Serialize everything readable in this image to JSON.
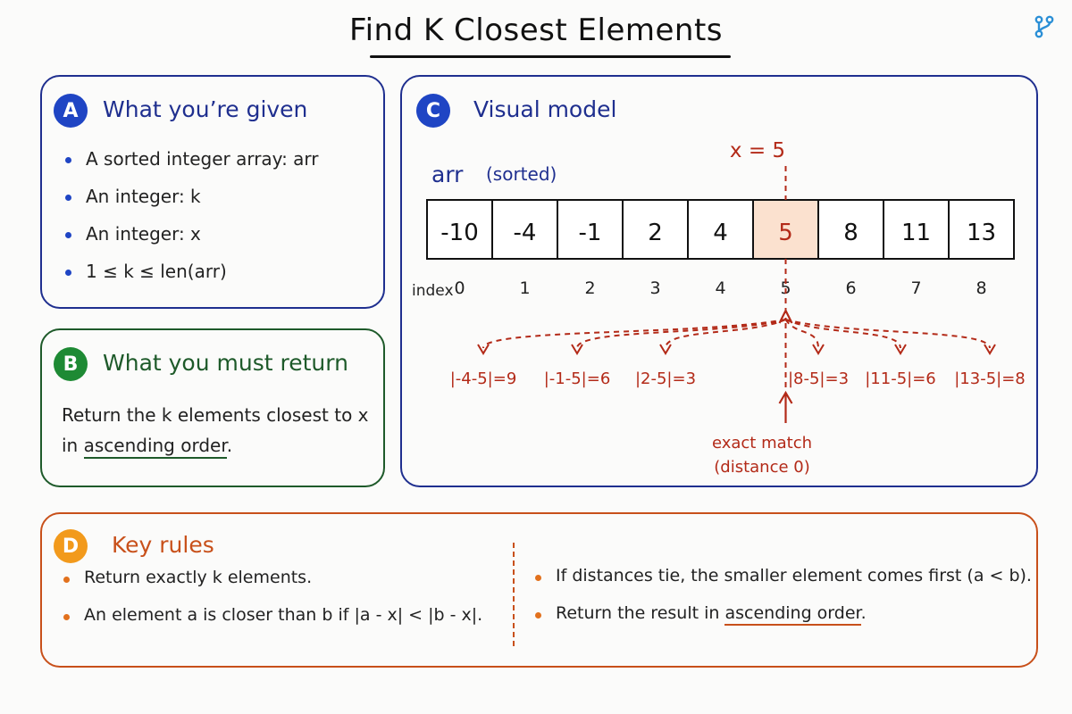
{
  "title": "Find K Closest Elements",
  "brand_icon": "branch-icon",
  "panel_a": {
    "badge": "A",
    "title": "What you’re given",
    "items": [
      "A sorted integer array: arr",
      "An integer: k",
      "An integer: x",
      "1 ≤ k ≤ len(arr)"
    ]
  },
  "panel_b": {
    "badge": "B",
    "title": "What you must return",
    "text_before": "Return the k elements closest to x in ",
    "text_underlined": "ascending order",
    "text_after": "."
  },
  "panel_c": {
    "badge": "C",
    "title": "Visual model",
    "array_label": "arr",
    "array_label_note": "(sorted)",
    "x_label": "x = 5",
    "index_label": "index",
    "array": [
      -10,
      -4,
      -1,
      2,
      4,
      5,
      8,
      11,
      13
    ],
    "indices": [
      0,
      1,
      2,
      3,
      4,
      5,
      6,
      7,
      8
    ],
    "highlight_index": 5,
    "distances": [
      "|-4-5|=9",
      "|-1-5|=6",
      "|2-5|=3",
      "|8-5|=3",
      "|11-5|=6",
      "|13-5|=8"
    ],
    "match_label_1": "exact match",
    "match_label_2": "(distance 0)",
    "colors": {
      "accent": "#b32a18",
      "highlight_fill": "#fbe1cf",
      "frame": "#1f2f8f"
    }
  },
  "panel_d": {
    "badge": "D",
    "title": "Key rules",
    "left_items": [
      "Return exactly k elements.",
      "An element a is closer than b if |a - x| < |b - x|."
    ],
    "right_items": [
      "If distances tie, the smaller element comes first  (a < b).",
      "Return the result in "
    ],
    "right_underlined": "ascending order",
    "right_after": "."
  }
}
